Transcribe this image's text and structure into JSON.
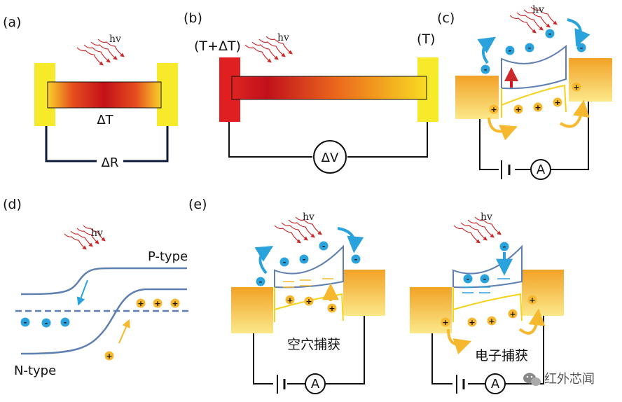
{
  "panels": {
    "a": {
      "label": "(a)",
      "hv": "hv",
      "delta_t": "ΔT",
      "delta_r": "ΔR"
    },
    "b": {
      "label": "(b)",
      "hv": "hv",
      "hot_label": "(T+ΔT)",
      "cold_label": "(T)",
      "meter": "ΔV"
    },
    "c": {
      "label": "(c)",
      "hv": "hv",
      "meter": "A"
    },
    "d": {
      "label": "(d)",
      "hv": "hv",
      "p_type": "P-type",
      "n_type": "N-type"
    },
    "e": {
      "label": "(e)",
      "left": {
        "hv": "hv",
        "caption": "空穴捕获",
        "meter": "A"
      },
      "right": {
        "hv": "hv",
        "caption": "电子捕获",
        "meter": "A"
      }
    }
  },
  "symbols": {
    "electron": "-",
    "hole": "+"
  },
  "watermark": {
    "text": "红外芯闻"
  },
  "colors": {
    "electron": "#2aa3dc",
    "hole": "#f5b82e",
    "band": "#5e7fb0",
    "hot": "#e02020",
    "contact": "#f6ea2a",
    "photon": "#cc2a2a"
  }
}
